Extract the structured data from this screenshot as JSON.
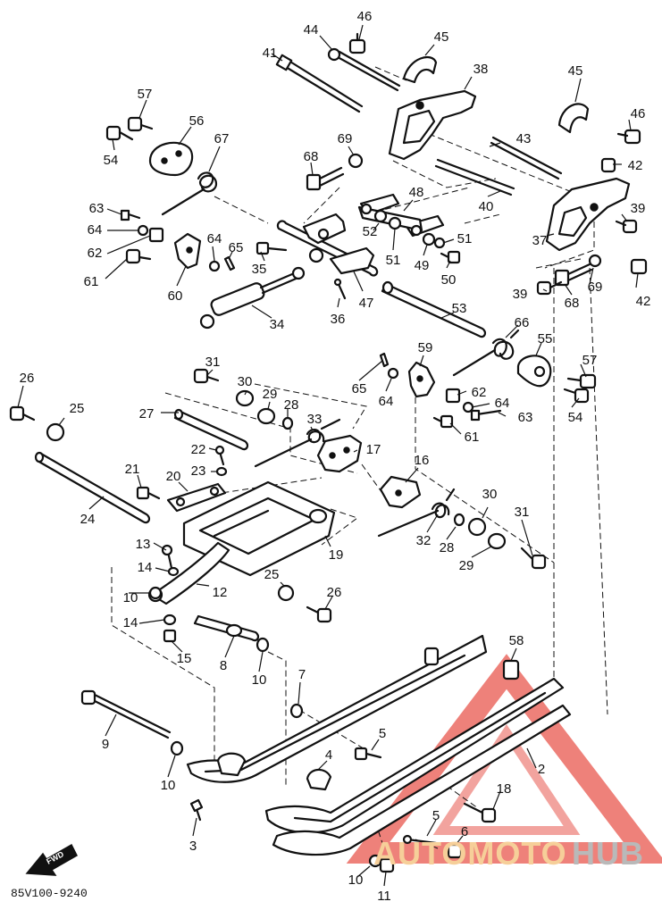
{
  "diagram": {
    "code": "85V100-9240",
    "fwd_label": "FWD",
    "watermark": {
      "part1": "AUTOMOTO",
      "part2": "HUB",
      "color_triangle": "#e8574e",
      "color_text": "#f6cf99",
      "color_hub": "#b9b9b9"
    },
    "callouts": {
      "c2": "2",
      "c3": "3",
      "c4": "4",
      "c5a": "5",
      "c5b": "5",
      "c6": "6",
      "c7": "7",
      "c8": "8",
      "c9": "9",
      "c10a": "10",
      "c10b": "10",
      "c10c": "10",
      "c10d": "10",
      "c11": "11",
      "c12": "12",
      "c13": "13",
      "c14a": "14",
      "c14b": "14",
      "c15": "15",
      "c16": "16",
      "c17": "17",
      "c18": "18",
      "c19": "19",
      "c20": "20",
      "c21": "21",
      "c22": "22",
      "c23": "23",
      "c24": "24",
      "c25a": "25",
      "c25b": "25",
      "c26a": "26",
      "c26b": "26",
      "c27": "27",
      "c28a": "28",
      "c28b": "28",
      "c29a": "29",
      "c29b": "29",
      "c30a": "30",
      "c30b": "30",
      "c31a": "31",
      "c31b": "31",
      "c32": "32",
      "c33": "33",
      "c34": "34",
      "c35": "35",
      "c36": "36",
      "c37": "37",
      "c38": "38",
      "c39a": "39",
      "c39b": "39",
      "c40": "40",
      "c41": "41",
      "c42a": "42",
      "c42b": "42",
      "c43": "43",
      "c44": "44",
      "c45a": "45",
      "c45b": "45",
      "c46a": "46",
      "c46b": "46",
      "c47": "47",
      "c48": "48",
      "c49": "49",
      "c50": "50",
      "c51a": "51",
      "c51b": "51",
      "c52": "52",
      "c53": "53",
      "c54a": "54",
      "c54b": "54",
      "c55": "55",
      "c56": "56",
      "c57a": "57",
      "c57b": "57",
      "c58": "58",
      "c59": "59",
      "c60": "60",
      "c61a": "61",
      "c61b": "61",
      "c62a": "62",
      "c62b": "62",
      "c63a": "63",
      "c63b": "63",
      "c64a": "64",
      "c64b": "64",
      "c64c": "64",
      "c64d": "64",
      "c65a": "65",
      "c65b": "65",
      "c66": "66",
      "c67": "67",
      "c68a": "68",
      "c68b": "68",
      "c69a": "69",
      "c69b": "69"
    }
  }
}
